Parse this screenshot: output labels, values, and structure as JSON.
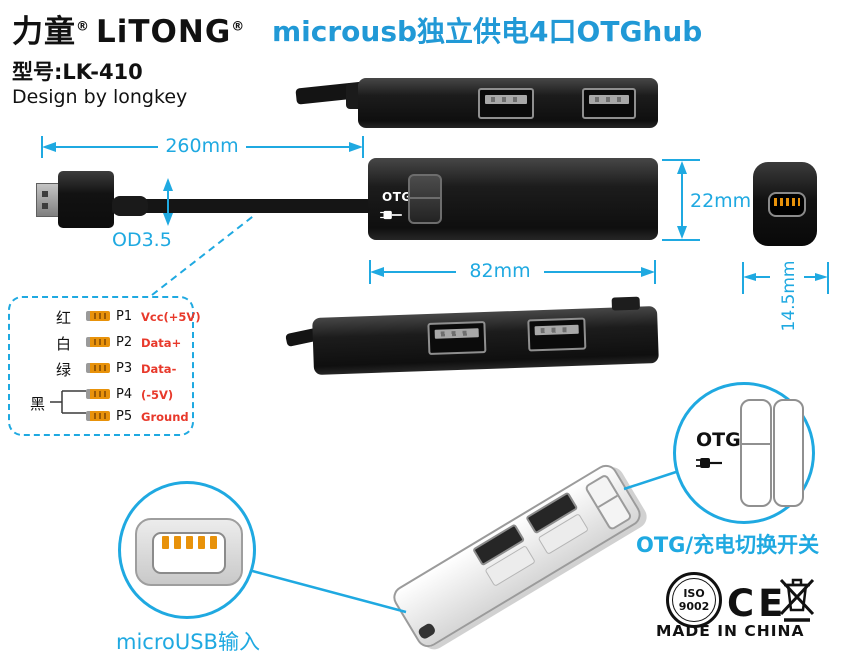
{
  "colors": {
    "accent": "#1FA9E1",
    "title_blue": "#2199D6",
    "wire_orange": "#E8920A",
    "signal_red": "#E8392B",
    "device_black": "#1d1d1d"
  },
  "header": {
    "logo_cn": "力童",
    "logo_reg": "®",
    "logo_en": "LiTONG",
    "title": "microusb独立供电4口OTGhub",
    "model": "型号:LK-410",
    "designer": "Design by longkey"
  },
  "dimensions": {
    "cable_length": "260mm",
    "cable_od": "OD3.5",
    "body_length": "82mm",
    "body_height": "22mm",
    "body_width": "14.5mm"
  },
  "device": {
    "otg_marking": "OTG"
  },
  "wiring": {
    "rows": [
      {
        "wire": "红",
        "pin": "P1",
        "signal": "Vcc(+5V)"
      },
      {
        "wire": "白",
        "pin": "P2",
        "signal": "Data+"
      },
      {
        "wire": "绿",
        "pin": "P3",
        "signal": "Data-"
      },
      {
        "wire": "",
        "pin": "P4",
        "signal": "(-5V)"
      },
      {
        "wire": "",
        "pin": "P5",
        "signal": "Ground"
      }
    ],
    "bracket_wire": "黑"
  },
  "callouts": {
    "microusb": "microUSB输入",
    "otg_switch": "OTG/充电切换开关",
    "otg_text": "OTG"
  },
  "certs": {
    "iso_line1": "ISO",
    "iso_line2": "9002",
    "ce": "CE",
    "made_in": "MADE IN CHINA"
  }
}
